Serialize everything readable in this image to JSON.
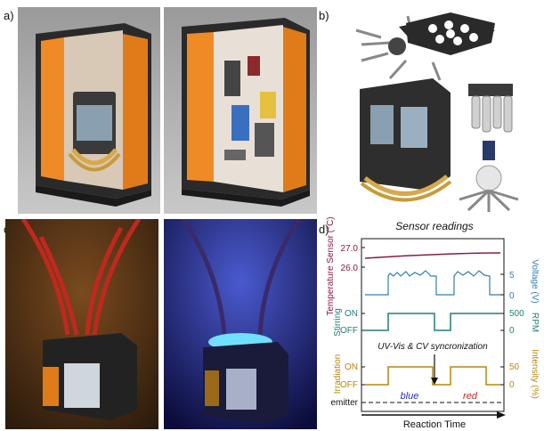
{
  "panels": {
    "a": {
      "label": "a)"
    },
    "b": {
      "label": "b)"
    },
    "c": {
      "label": "c)"
    },
    "d": {
      "label": "d)"
    }
  },
  "chart_data": {
    "type": "line",
    "title": "Sensor readings",
    "xlabel": "Reaction Time",
    "series": [
      {
        "name": "Temperature Sensor (°C)",
        "color": "#8b1a3c",
        "ylabel_left": "Temperature Sensor (°C)",
        "ticks": [
          "27.0",
          "26.0"
        ]
      },
      {
        "name": "Voltage (V)",
        "color": "#2f7fb0",
        "ylabel_right": "Voltage (V)",
        "ticks": [
          "5",
          "0"
        ]
      },
      {
        "name": "Stirring / RPM",
        "color": "#1f7f7a",
        "ylabel_left": "Stirring",
        "ylabel_right": "RPM",
        "left_ticks": [
          "ON",
          "OFF"
        ],
        "right_ticks": [
          "500",
          "0"
        ]
      },
      {
        "name": "Irradiation / Intensity (%)",
        "color": "#b8860b",
        "ylabel_left": "Irradiation",
        "ylabel_right": "Intensity (%)",
        "left_ticks": [
          "ON",
          "OFF"
        ],
        "right_ticks": [
          "50",
          "0"
        ]
      }
    ],
    "annotation": "UV-Vis & CV syncronization",
    "emitter": {
      "label": "emitter",
      "segments": [
        "blue",
        "red"
      ]
    }
  }
}
